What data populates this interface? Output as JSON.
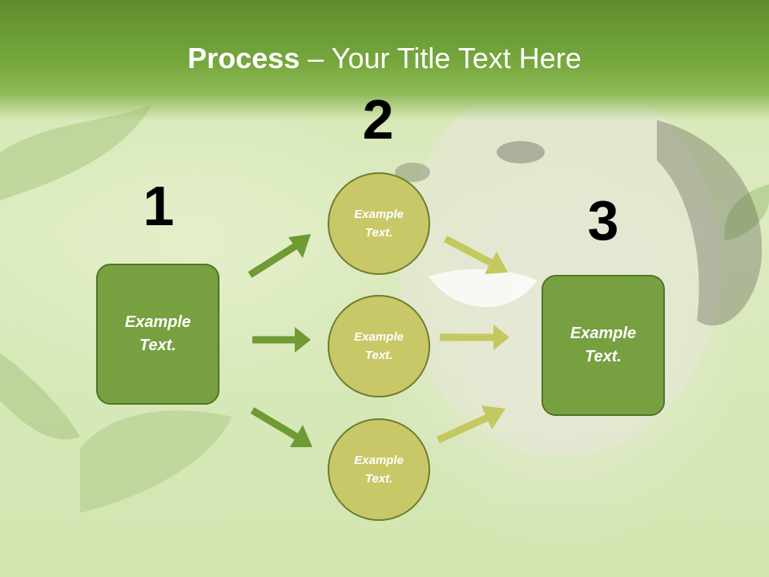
{
  "slide": {
    "title_bold": "Process",
    "title_rest": " – Your Title Text Here"
  },
  "steps": {
    "one": {
      "number": "1",
      "label": "Example Text."
    },
    "two": {
      "number": "2",
      "circles": [
        {
          "label": "Example Text."
        },
        {
          "label": "Example Text."
        },
        {
          "label": "Example Text."
        }
      ]
    },
    "three": {
      "number": "3",
      "label": "Example Text."
    }
  },
  "colors": {
    "title_bar": "#6e9f35",
    "box_fill": "#77a040",
    "circle_fill": "#c8c868",
    "arrow_green": "#6f9a34",
    "arrow_olive": "#c4c860"
  }
}
